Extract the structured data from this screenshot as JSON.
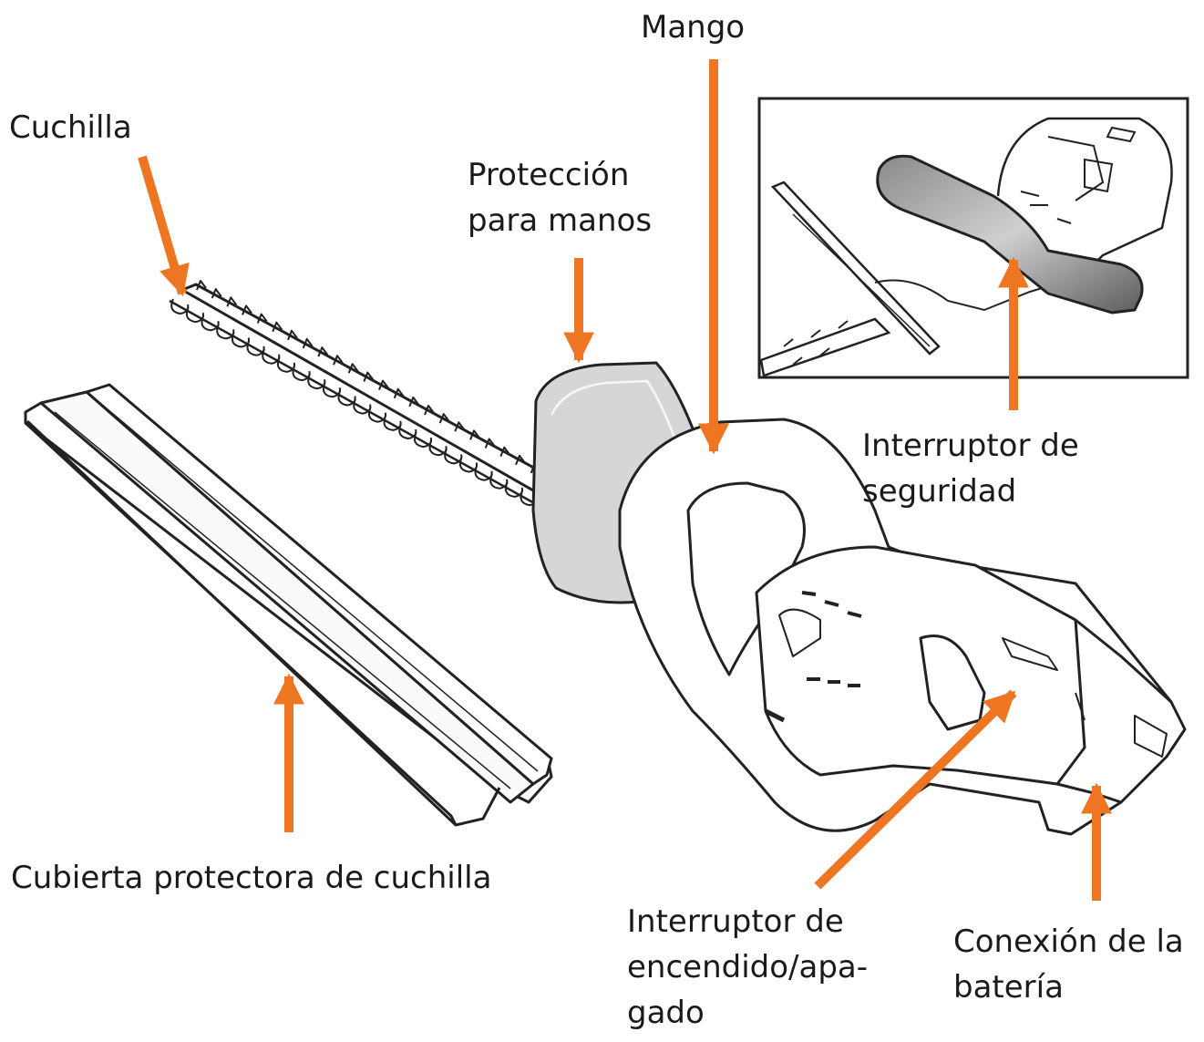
{
  "labels": {
    "mango": "Mango",
    "cuchilla": "Cuchilla",
    "proteccion": [
      "Protección",
      "para manos"
    ],
    "interruptor_seguridad": [
      "Interruptor de",
      "seguridad"
    ],
    "cubierta": "Cubierta protectora de cuchilla",
    "interruptor_encendido": [
      "Interruptor de",
      "encendido/apa-",
      "gado"
    ],
    "conexion_bateria": [
      "Conexión de la",
      "batería"
    ]
  },
  "colors": {
    "arrow": "#EE7623",
    "outline": "#222222",
    "shade": "#d9d9d9",
    "text": "#1a1a1a"
  }
}
